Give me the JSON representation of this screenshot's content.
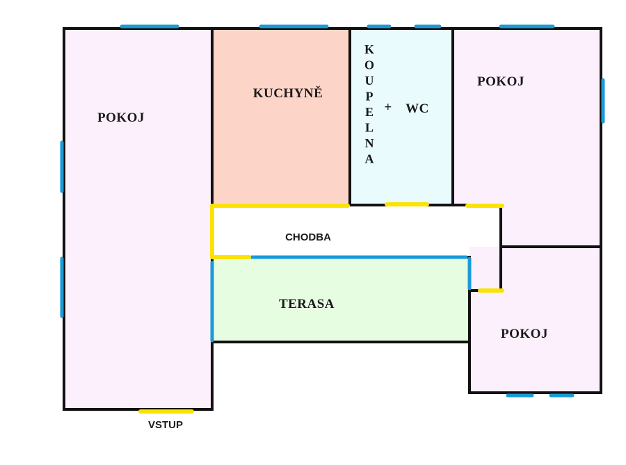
{
  "plan": {
    "colors": {
      "pokoj": "#fcf0fc",
      "kuchyne": "#fdd5c8",
      "koupelna": "#eafbfd",
      "terasa": "#e7fde1",
      "chodba": "#ffffff",
      "window": "#1b9ad8",
      "door": "#fbe200",
      "wall": "#111111"
    },
    "rooms": {
      "pokoj_left": "POKOJ",
      "kuchyne": "KUCHYNĚ",
      "koupelna_letters": [
        "K",
        "O",
        "U",
        "P",
        "E",
        "L",
        "N",
        "A"
      ],
      "koupelna_plus": "+",
      "koupelna_wc": "WC",
      "pokoj_top_right": "POKOJ",
      "chodba": "CHODBA",
      "terasa": "TERASA",
      "pokoj_bottom_right": "POKOJ"
    },
    "entrance": "VSTUP"
  }
}
